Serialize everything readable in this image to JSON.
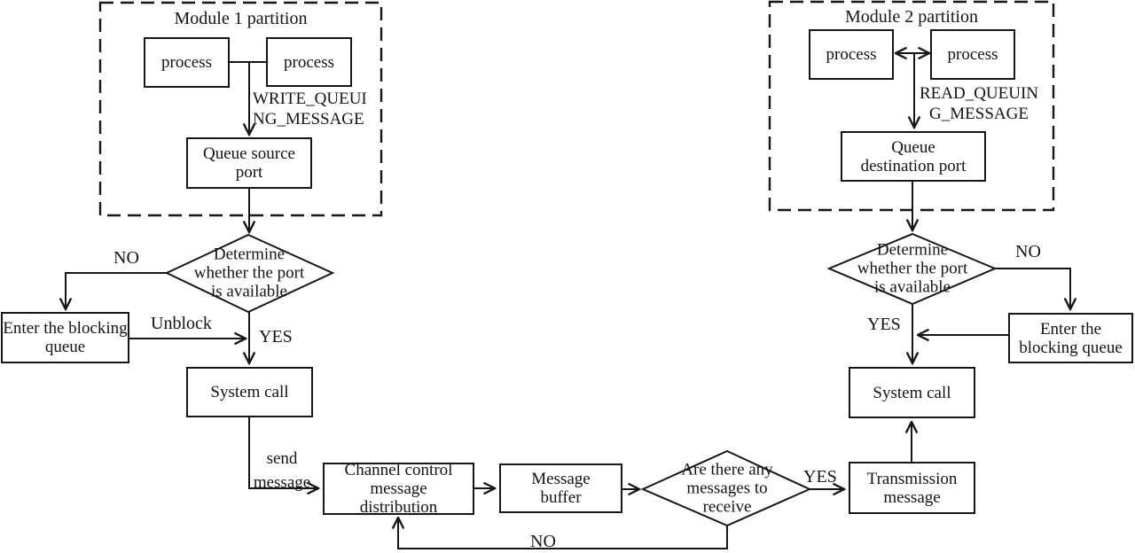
{
  "diagram": {
    "colors": {
      "line": "#161616",
      "background": "#ffffff"
    },
    "module1": {
      "title": "Module 1 partition",
      "process1": "process",
      "process2": "process",
      "api_label": "WRITE_QUEUING_MESSAGE",
      "queue_box": "Queue source port"
    },
    "module2": {
      "title": "Module 2 partition",
      "process1": "process",
      "process2": "process",
      "api_label": "READ_QUEUING_MESSAGE",
      "queue_box": "Queue destination port"
    },
    "left_flow": {
      "decision": "Determine whether the port is available",
      "no_label": "NO",
      "yes_label": "YES",
      "unblock_label": "Unblock",
      "blocking_box": "Enter the blocking queue",
      "system_call": "System call",
      "send_label": "send message"
    },
    "right_flow": {
      "decision": "Determine whether the port is available",
      "no_label": "NO",
      "yes_label": "YES",
      "blocking_box": "Enter the blocking queue",
      "system_call": "System call"
    },
    "bottom_flow": {
      "channel_box": "Channel control message distribution",
      "buffer_box": "Message buffer",
      "decision": "Are there any messages to receive",
      "yes_label": "YES",
      "no_label": "NO",
      "transmission_box": "Transmission message"
    }
  }
}
